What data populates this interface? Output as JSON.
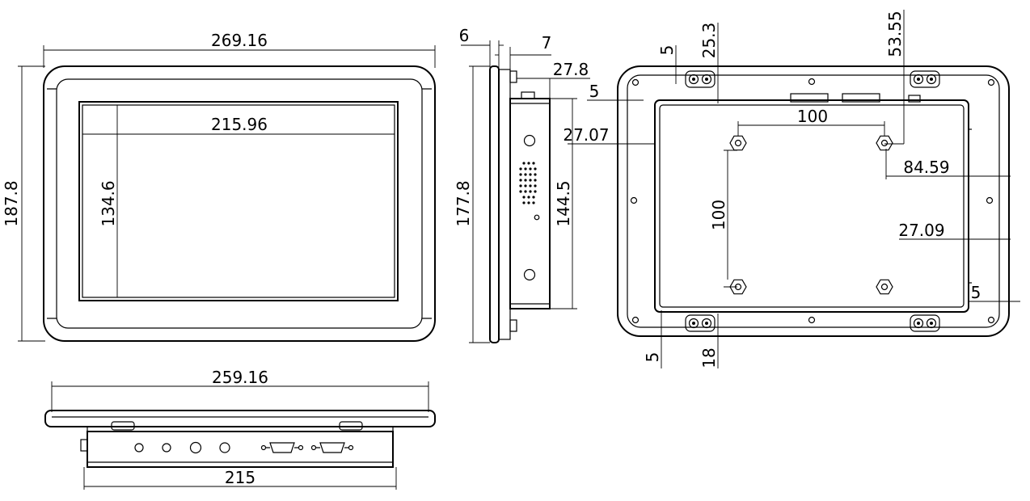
{
  "colors": {
    "line": "#000000",
    "background": "#ffffff"
  },
  "dims": {
    "front_width": "269.16",
    "front_height": "187.8",
    "screen_width": "215.96",
    "screen_height": "134.6",
    "side_bezel": "6",
    "side_depth": "7",
    "side_body": "27.8",
    "side_height": "177.8",
    "side_body_height": "144.5",
    "back_top_margin": "5",
    "back_top_offset": "25.3",
    "back_vesa_offset": "53.55",
    "back_left_margin": "5",
    "back_left_offset": "27.07",
    "back_vesa_h": "100",
    "back_vesa_v": "100",
    "back_right_offset": "84.59",
    "back_right_body": "27.09",
    "back_right_margin": "5",
    "back_bottom_margin": "5",
    "back_bottom_offset": "18",
    "bottom_width": "259.16",
    "bottom_body_width": "215"
  }
}
